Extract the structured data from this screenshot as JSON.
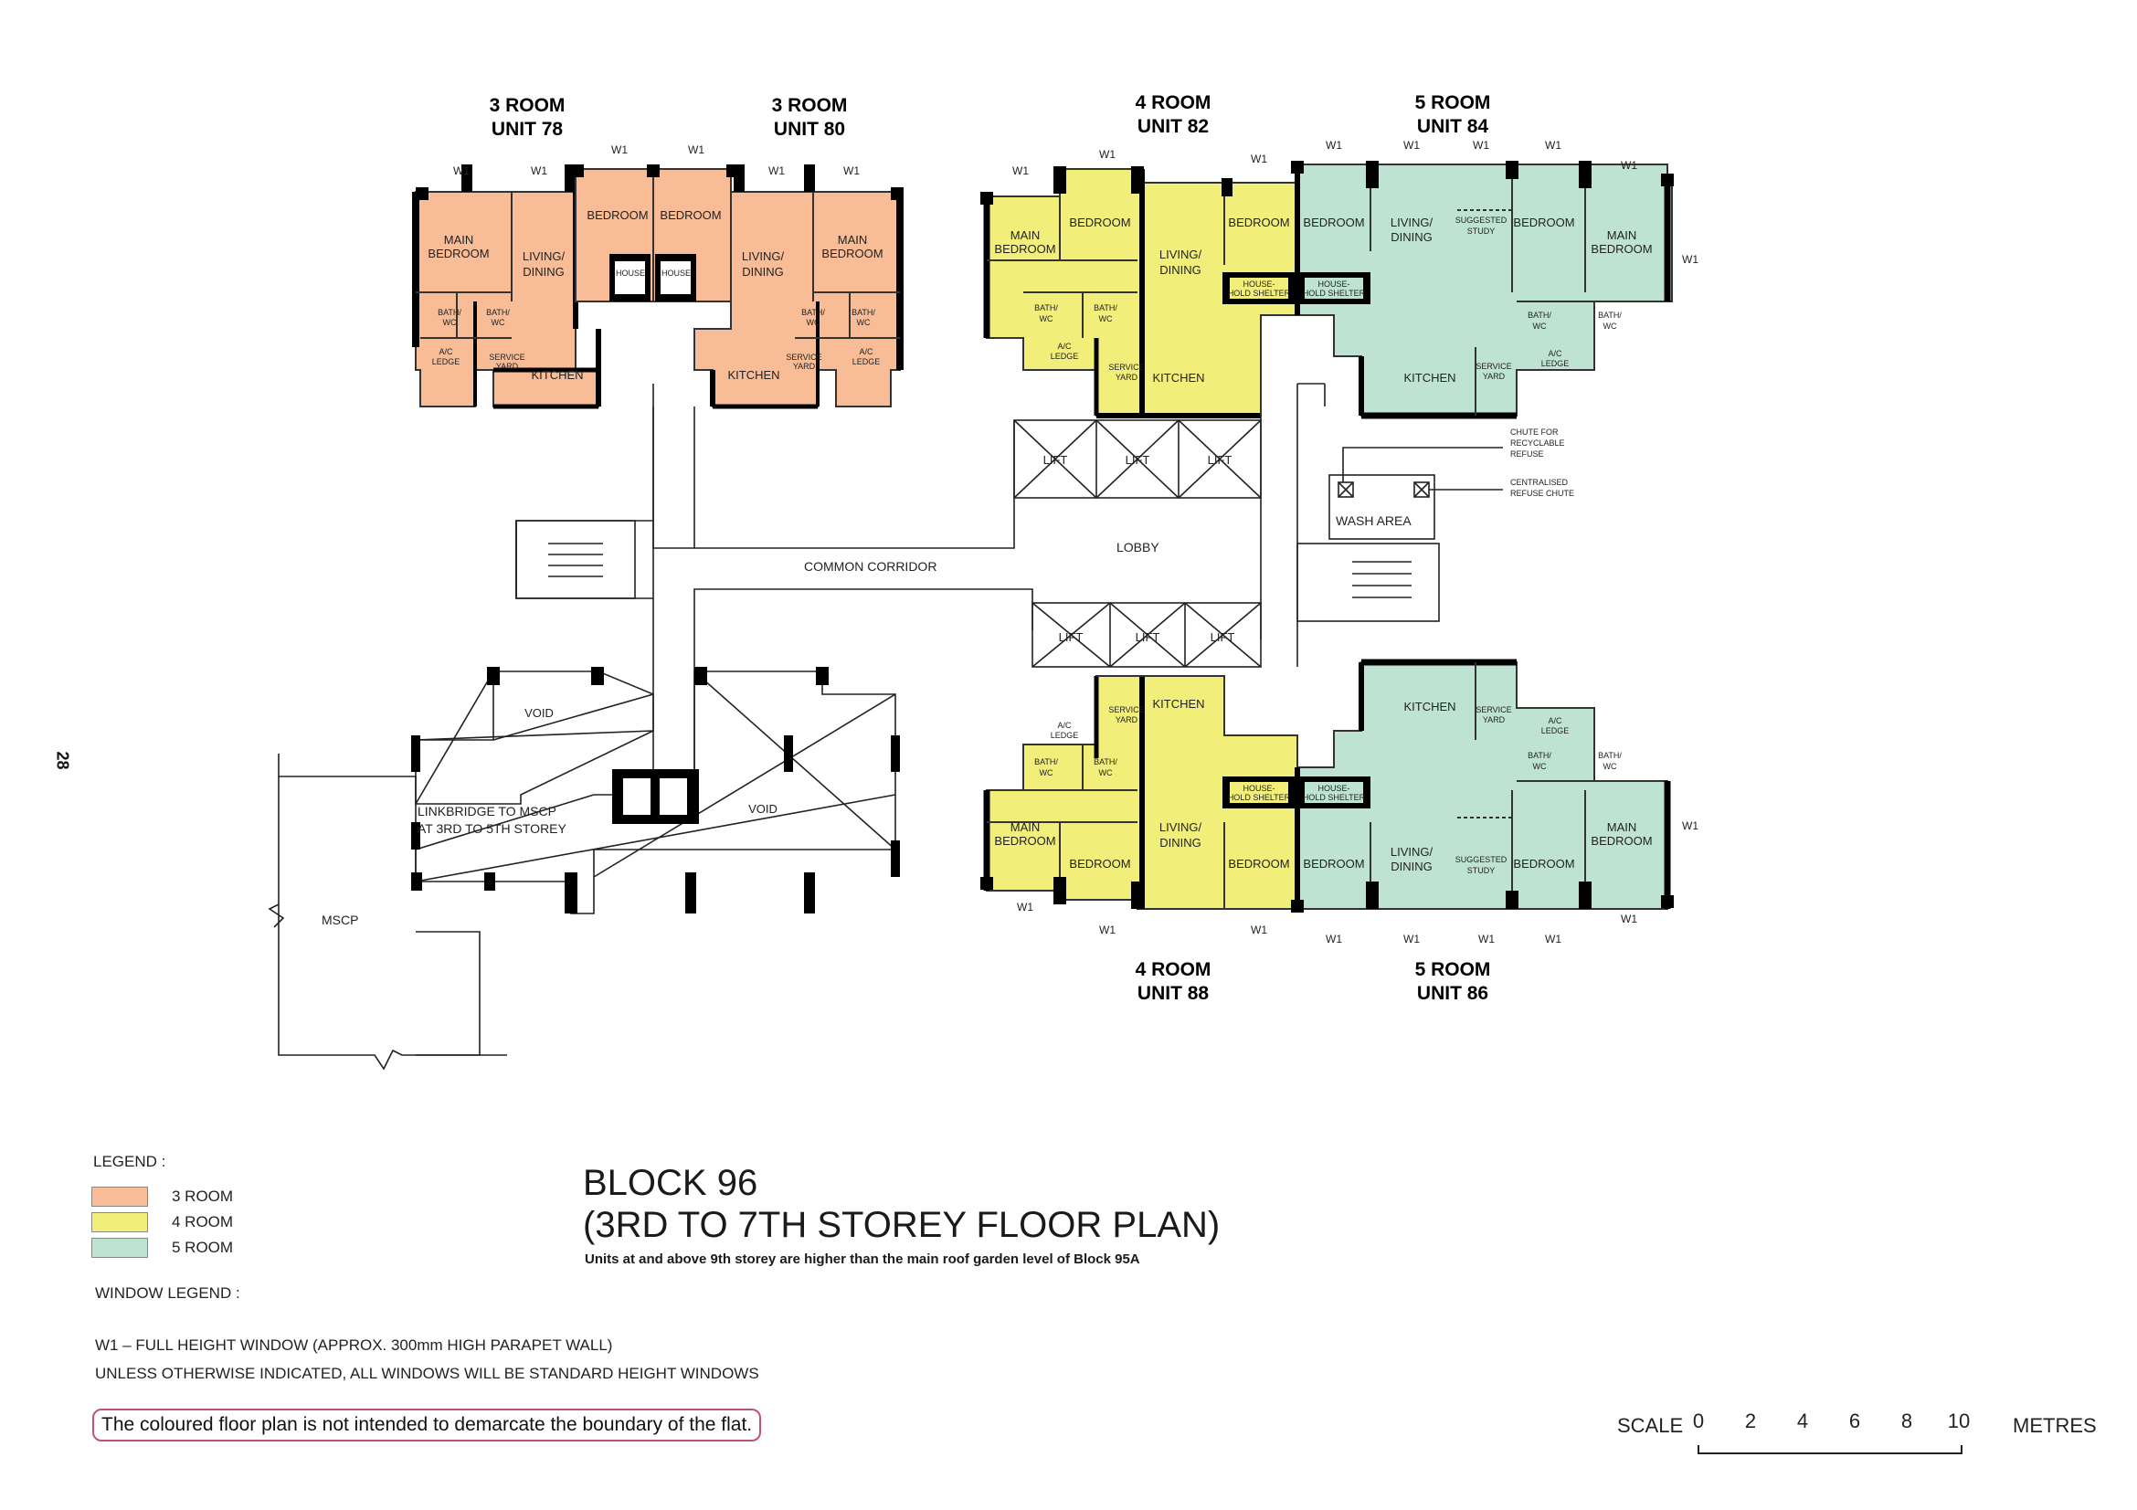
{
  "page_number": "28",
  "unit_titles": {
    "u78": {
      "type": "3 ROOM",
      "unit": "UNIT 78"
    },
    "u80": {
      "type": "3 ROOM",
      "unit": "UNIT 80"
    },
    "u82": {
      "type": "4 ROOM",
      "unit": "UNIT 82"
    },
    "u84": {
      "type": "5 ROOM",
      "unit": "UNIT 84"
    },
    "u88": {
      "type": "4 ROOM",
      "unit": "UNIT 88"
    },
    "u86": {
      "type": "5 ROOM",
      "unit": "UNIT 86"
    }
  },
  "rooms": {
    "main_bedroom": "MAIN BEDROOM",
    "bedroom": "BEDROOM",
    "living_dining": "LIVING/ DINING",
    "kitchen": "KITCHEN",
    "bath_wc": "BATH/ WC",
    "ac_ledge": "A/C LEDGE",
    "service_yard": "SERVICE YARD",
    "household_shelter": "HOUSE- HOLD SHELTER",
    "suggested_study": "SUGGESTED STUDY",
    "lift": "LIFT",
    "void": "VOID"
  },
  "annotations": {
    "common_corridor": "COMMON CORRIDOR",
    "lobby": "LOBBY",
    "wash_area": "WASH AREA",
    "chute_recyclable": "CHUTE FOR RECYCLABLE REFUSE",
    "centralised_chute": "CENTRALISED REFUSE CHUTE",
    "linkbridge": "LINKBRIDGE TO MSCP AT 3RD TO 5TH STOREY",
    "mscp": "MSCP",
    "window_tag": "W1"
  },
  "legend": {
    "heading": "LEGEND :",
    "items": [
      {
        "label": "3 ROOM",
        "color": "#f8bc96"
      },
      {
        "label": "4 ROOM",
        "color": "#f1ef7a"
      },
      {
        "label": "5 ROOM",
        "color": "#bfe3d2"
      }
    ]
  },
  "window_legend": {
    "heading": "WINDOW LEGEND :",
    "line1": "W1 – FULL HEIGHT WINDOW (APPROX. 300mm HIGH PARAPET WALL)",
    "line2": "UNLESS OTHERWISE INDICATED, ALL WINDOWS WILL BE STANDARD HEIGHT WINDOWS"
  },
  "note": "The coloured floor plan is not intended to demarcate the boundary of the flat.",
  "title": {
    "line1": "BLOCK 96",
    "line2": "(3RD TO 7TH STOREY FLOOR PLAN)",
    "subtitle": "Units at and above 9th storey are higher than the main roof garden level of Block 95A"
  },
  "scale": {
    "label": "SCALE",
    "ticks": [
      "0",
      "2",
      "4",
      "6",
      "8",
      "10"
    ],
    "unit": "METRES"
  }
}
